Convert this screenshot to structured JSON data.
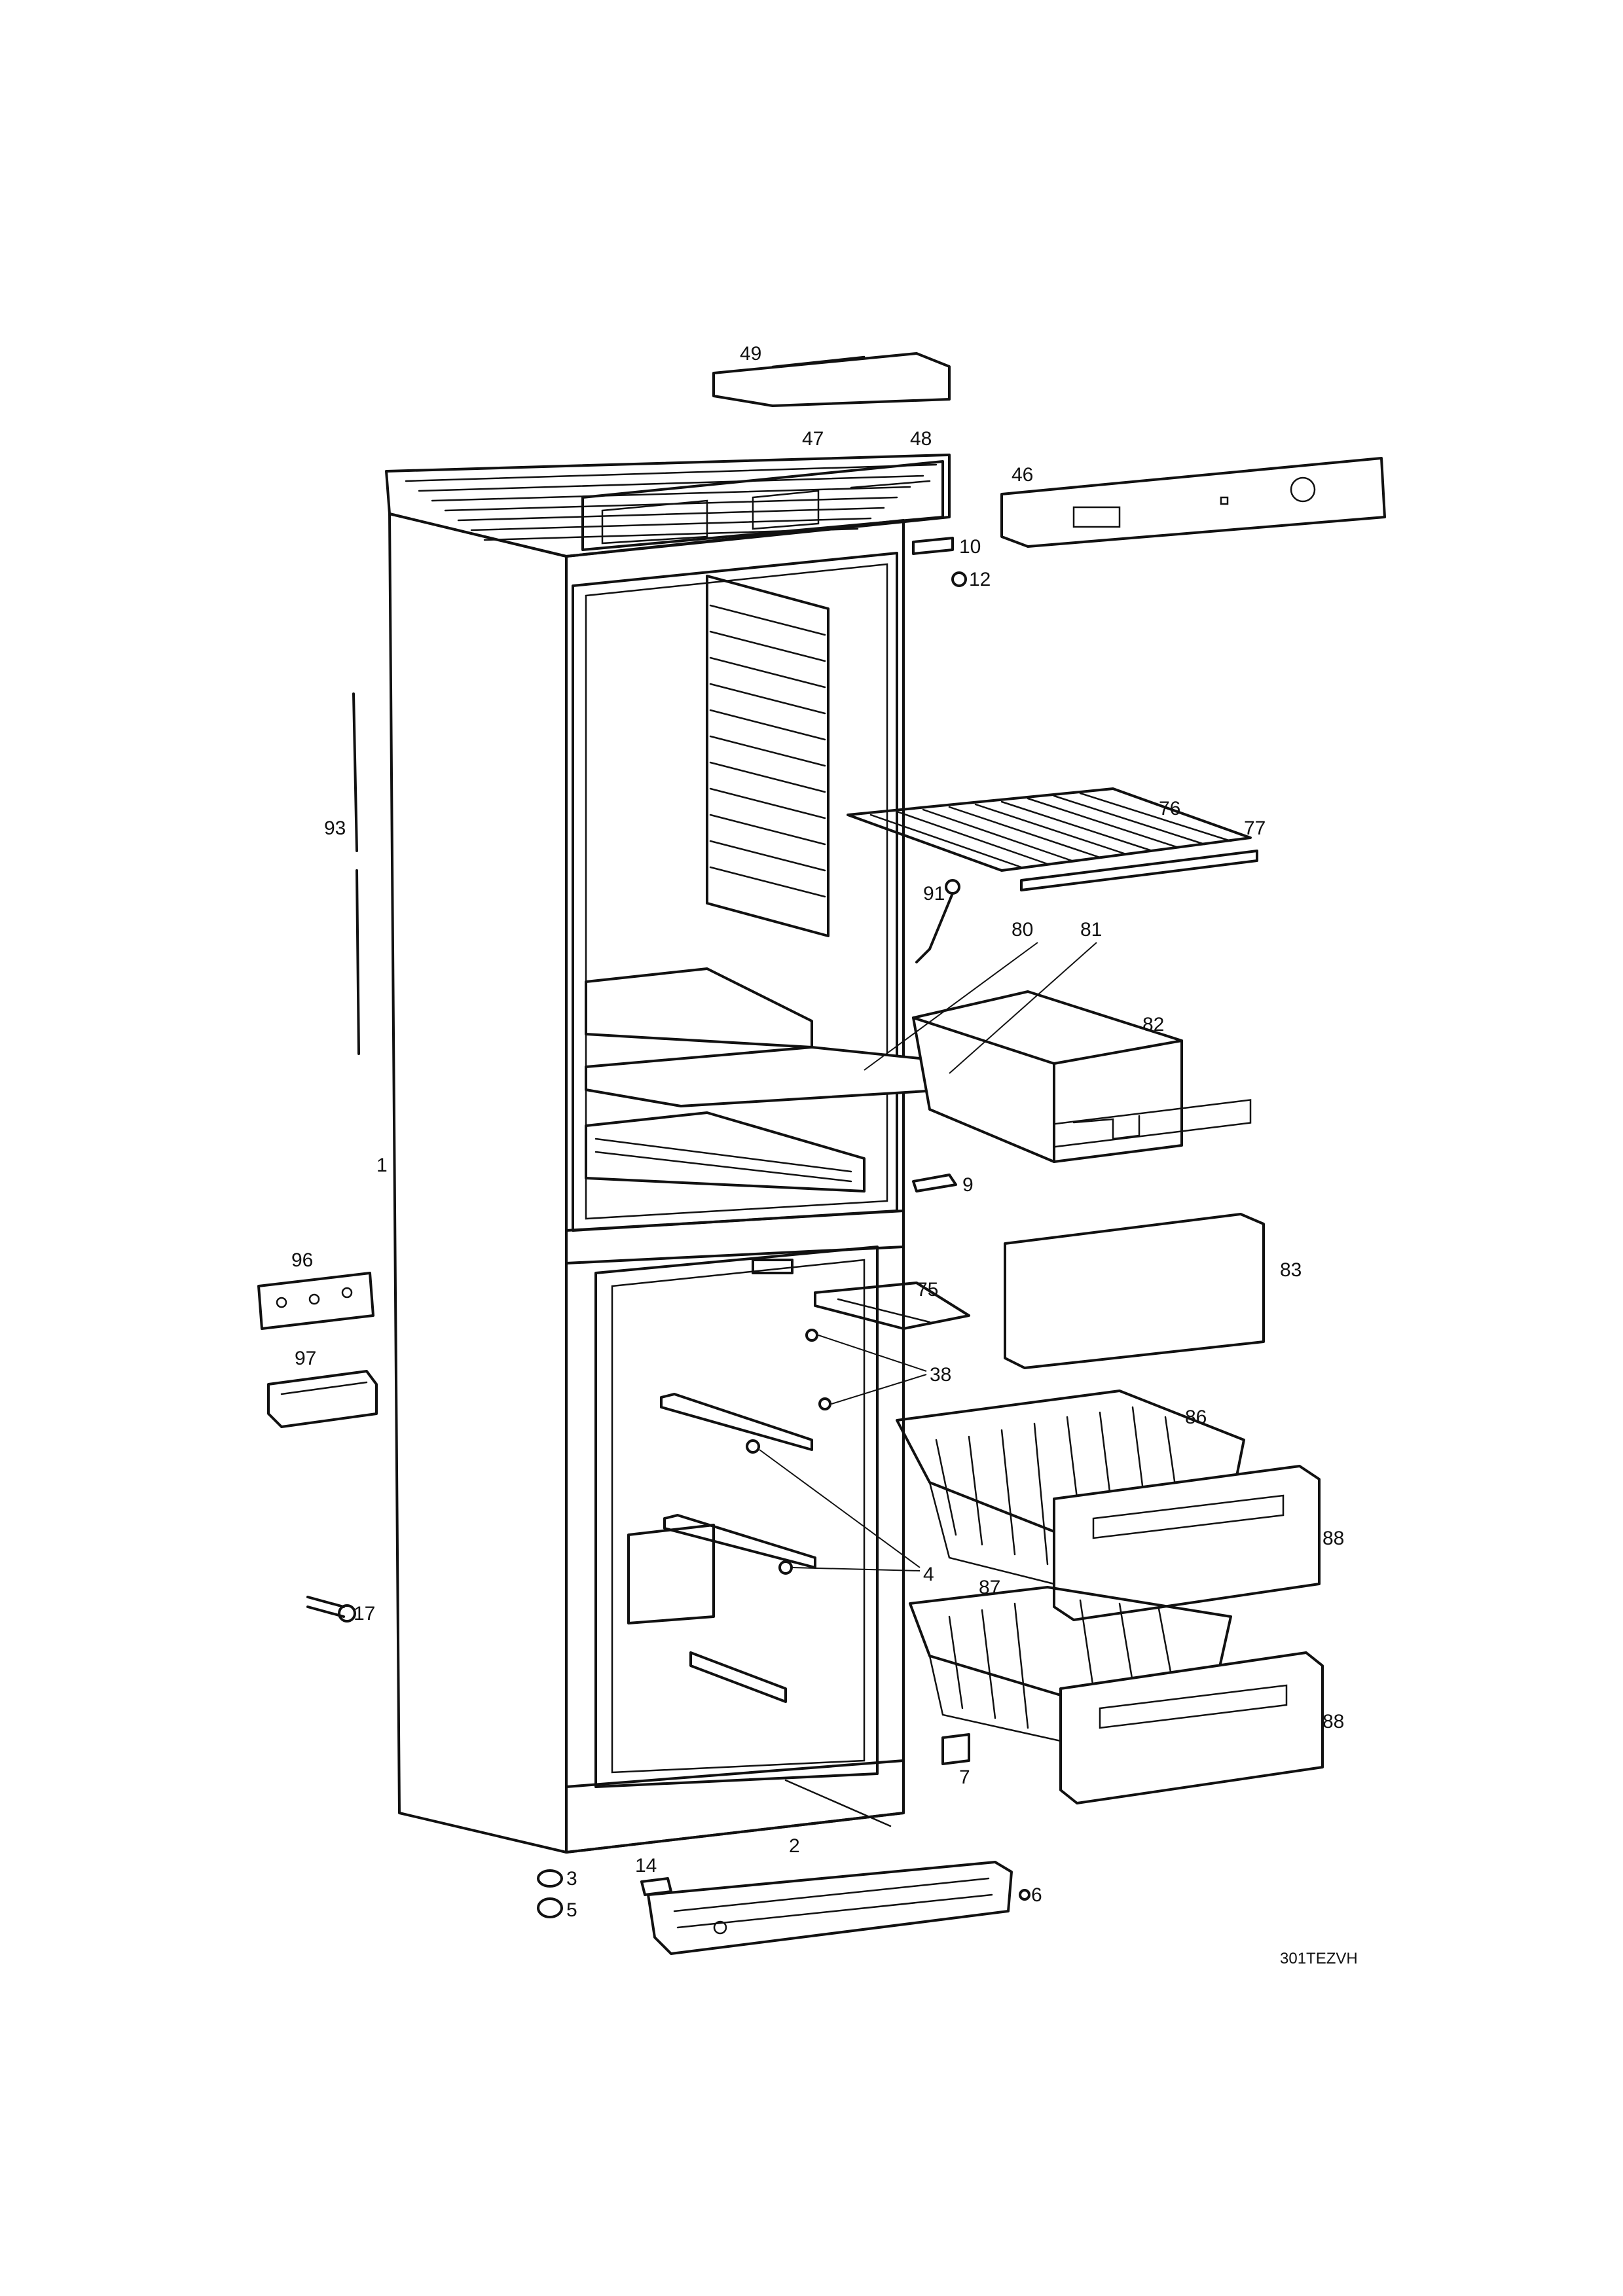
{
  "labels": {
    "p1": "1",
    "p2": "2",
    "p3": "3",
    "p4": "4",
    "p5": "5",
    "p6": "6",
    "p7": "7",
    "p9": "9",
    "p10": "10",
    "p12": "12",
    "p14": "14",
    "p17": "17",
    "p38": "38",
    "p46": "46",
    "p47": "47",
    "p48": "48",
    "p49": "49",
    "p75": "75",
    "p76": "76",
    "p77": "77",
    "p80": "80",
    "p81": "81",
    "p82": "82",
    "p83": "83",
    "p86": "86",
    "p87": "87",
    "p88a": "88",
    "p88b": "88",
    "p91": "91",
    "p93": "93",
    "p96": "96",
    "p97": "97"
  },
  "drawing_code": "301TEZVH"
}
